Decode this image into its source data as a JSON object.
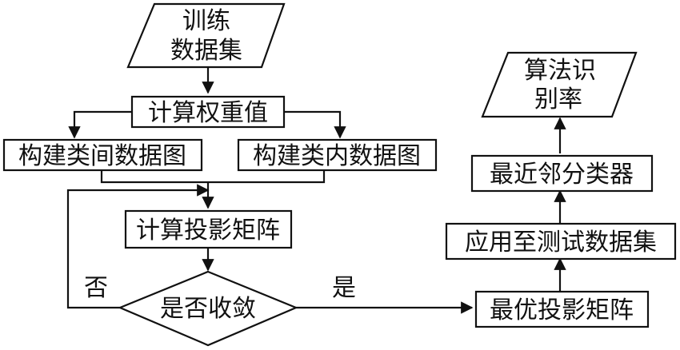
{
  "nodes": {
    "train_data": {
      "line1": "训练",
      "line2": "数据集"
    },
    "compute_weights": "计算权重值",
    "between_class_graph": "构建类间数据图",
    "within_class_graph": "构建类内数据图",
    "compute_projection": "计算投影矩阵",
    "converged": "是否收敛",
    "optimal_projection": "最优投影矩阵",
    "apply_test": "应用至测试数据集",
    "nn_classifier": "最近邻分类器",
    "recognition_rate": {
      "line1": "算法识",
      "line2": "别率"
    }
  },
  "edges": {
    "yes_label": "是",
    "no_label": "否"
  }
}
